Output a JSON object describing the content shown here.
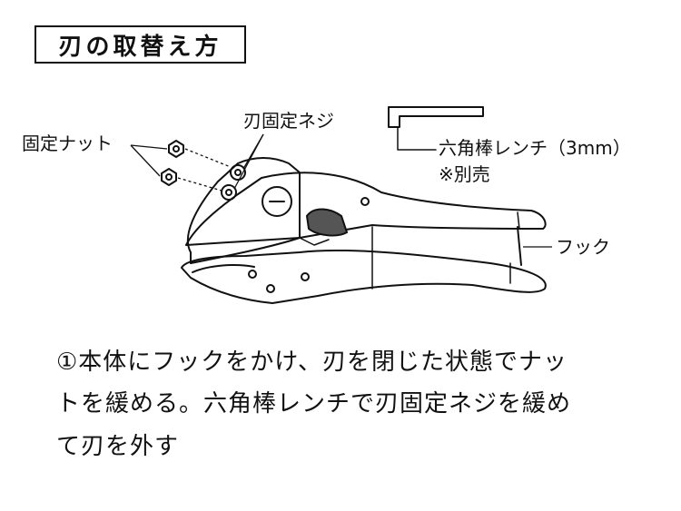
{
  "title": "刃の取替え方",
  "labels": {
    "fixing_nut": "固定ナット",
    "blade_fixing_screw": "刃固定ネジ",
    "hex_wrench": "六角棒レンチ（3mm）",
    "sold_separately": "※別売",
    "hook": "フック"
  },
  "instructions": [
    "①本体にフックをかけ、刃を閉じた状態でナッ",
    "トを緩める。六角棒レンチで刃固定ネジを緩め",
    "て刃を外す"
  ]
}
